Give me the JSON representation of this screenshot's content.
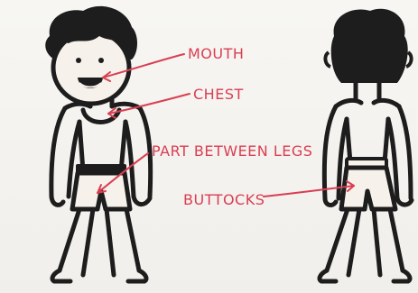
{
  "diagram": {
    "labels": {
      "mouth": "MOUTH",
      "chest": "CHEST",
      "between_legs": "PART BETWEEN LEGS",
      "buttocks": "BUTTOCKS"
    },
    "colors": {
      "ink": "#1d1d1d",
      "annotation": "#d93f52",
      "skin": "#f6f1ea",
      "paper": "#f4f2ef"
    }
  }
}
